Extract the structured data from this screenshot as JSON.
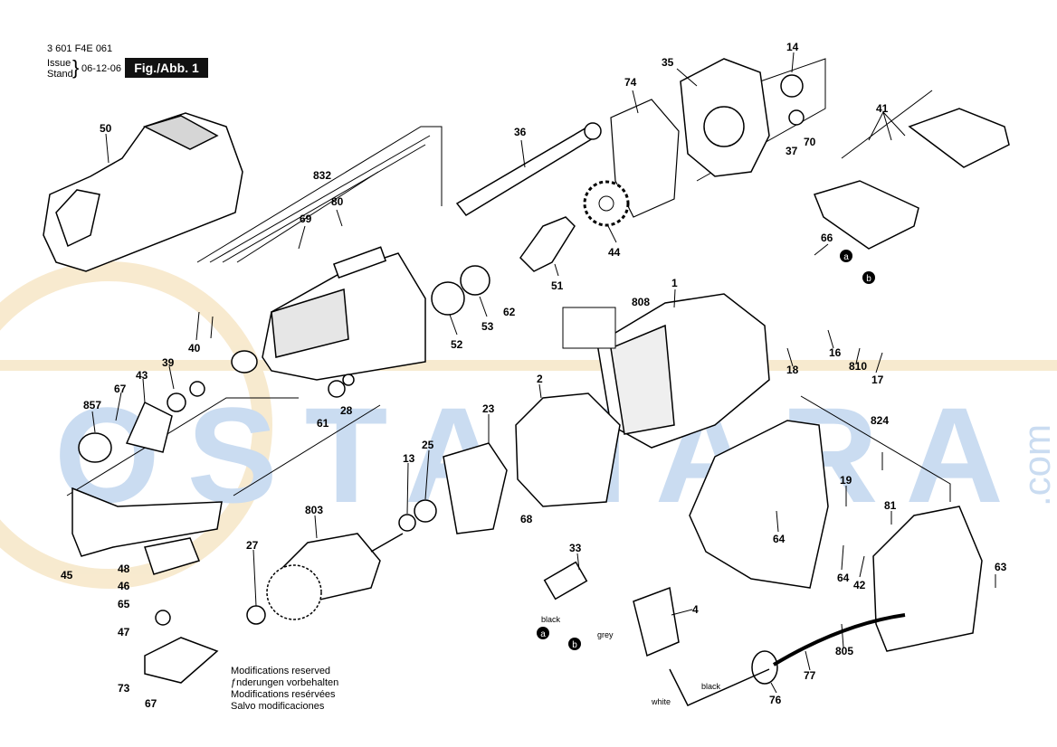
{
  "header": {
    "doc_number": "3 601 F4E 061",
    "issue_label": "Issue",
    "stand_label": "Stand",
    "date": "06-12-06",
    "figure": "Fig./Abb. 1"
  },
  "notes": [
    "Modifications reserved",
    "ƒnderungen vorbehalten",
    "Modifications resérvées",
    "Salvo modificaciones"
  ],
  "watermark": {
    "text": "OSTANARA",
    "suffix": ".com",
    "color": "#9fc0e6",
    "accent": "#f2d9a8"
  },
  "wire_labels": {
    "black_a": "black",
    "grey_b": "grey",
    "black_cord": "black",
    "white_cord": "white"
  },
  "connector_letters": {
    "a": "a",
    "b": "b"
  },
  "parts": {
    "p1": "1",
    "p2": "2",
    "p4": "4",
    "p13": "13",
    "p14": "14",
    "p16": "16",
    "p17": "17",
    "p18": "18",
    "p19": "19",
    "p23": "23",
    "p25": "25",
    "p27": "27",
    "p28": "28",
    "p33": "33",
    "p35": "35",
    "p36": "36",
    "p37": "37",
    "p39": "39",
    "p40": "40",
    "p41": "41",
    "p42": "42",
    "p43": "43",
    "p44": "44",
    "p45": "45",
    "p46": "46",
    "p47": "47",
    "p48": "48",
    "p50": "50",
    "p51": "51",
    "p52": "52",
    "p53": "53",
    "p61": "61",
    "p62": "62",
    "p63": "63",
    "p64a": "64",
    "p64b": "64",
    "p65": "65",
    "p66": "66",
    "p67a": "67",
    "p67b": "67",
    "p68": "68",
    "p69": "69",
    "p70": "70",
    "p73": "73",
    "p74": "74",
    "p76": "76",
    "p77": "77",
    "p80": "80",
    "p81": "81",
    "p803": "803",
    "p805": "805",
    "p808": "808",
    "p810": "810",
    "p824": "824",
    "p832": "832",
    "p857": "857"
  }
}
